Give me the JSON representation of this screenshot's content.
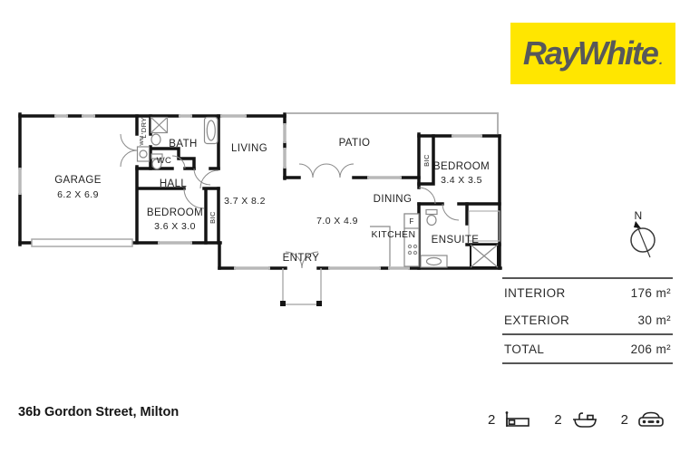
{
  "logo": {
    "text": "RayWhite",
    "mark": ".",
    "bg": "#ffe600",
    "fg": "#57585a"
  },
  "address": "36b Gordon Street, Milton",
  "area_table": {
    "rows": [
      {
        "label": "INTERIOR",
        "value": "176 m²"
      },
      {
        "label": "EXTERIOR",
        "value": "30 m²"
      }
    ],
    "total": {
      "label": "TOTAL",
      "value": "206 m²"
    }
  },
  "stats": [
    {
      "count": "2",
      "icon": "bed-icon"
    },
    {
      "count": "2",
      "icon": "bath-icon"
    },
    {
      "count": "2",
      "icon": "car-icon"
    }
  ],
  "compass": {
    "label": "N"
  },
  "rooms": {
    "garage": {
      "name": "GARAGE",
      "dims": "6.2 X 6.9"
    },
    "laundry": {
      "name": "L'DRY",
      "appliance": "WM"
    },
    "bath": {
      "name": "BATH"
    },
    "wc": {
      "name": "WC"
    },
    "hall": {
      "name": "HALL"
    },
    "bedroom1": {
      "name": "BEDROOM",
      "dims": "3.6 X 3.0",
      "robe": "BIC"
    },
    "living": {
      "name": "LIVING",
      "dims": "3.7 X 8.2"
    },
    "patio": {
      "name": "PATIO"
    },
    "dining": {
      "name": "DINING",
      "dims": "7.0 X 4.9"
    },
    "kitchen": {
      "name": "KITCHEN",
      "fridge": "F"
    },
    "entry": {
      "name": "ENTRY"
    },
    "bedroom2": {
      "name": "BEDROOM",
      "dims": "3.4 X 3.5",
      "robe": "BIC"
    },
    "ensuite": {
      "name": "ENSUITE"
    }
  }
}
